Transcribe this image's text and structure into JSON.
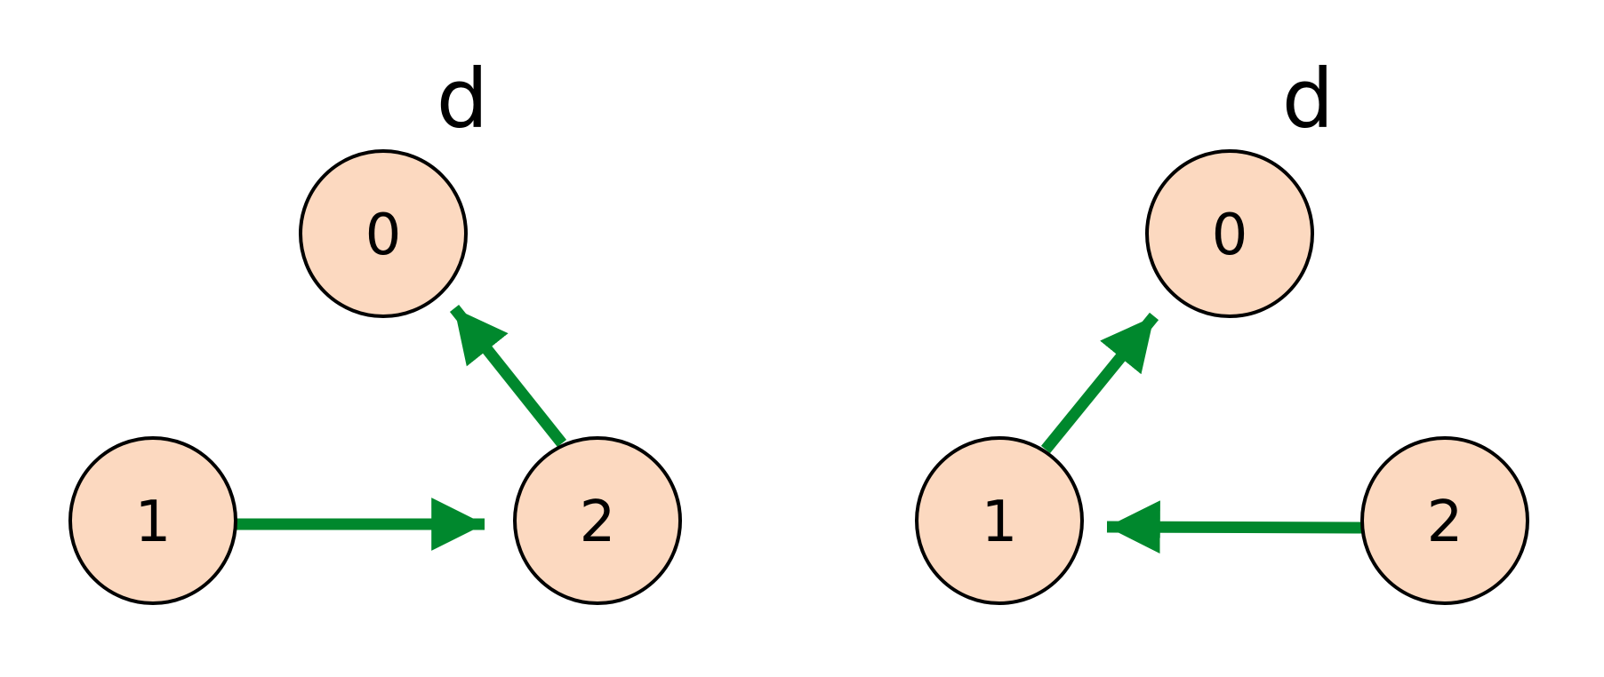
{
  "colors": {
    "node_fill": "#fcd9c0",
    "node_stroke": "#000000",
    "edge": "#00882d",
    "background": "#ffffff"
  },
  "diagrams": [
    {
      "root_marker": "d",
      "nodes": [
        {
          "id": "0",
          "label": "0"
        },
        {
          "id": "1",
          "label": "1"
        },
        {
          "id": "2",
          "label": "2"
        }
      ],
      "edges": [
        {
          "from": "1",
          "to": "2"
        },
        {
          "from": "2",
          "to": "0"
        }
      ]
    },
    {
      "root_marker": "d",
      "nodes": [
        {
          "id": "0",
          "label": "0"
        },
        {
          "id": "1",
          "label": "1"
        },
        {
          "id": "2",
          "label": "2"
        }
      ],
      "edges": [
        {
          "from": "1",
          "to": "0"
        },
        {
          "from": "2",
          "to": "1"
        }
      ]
    }
  ]
}
